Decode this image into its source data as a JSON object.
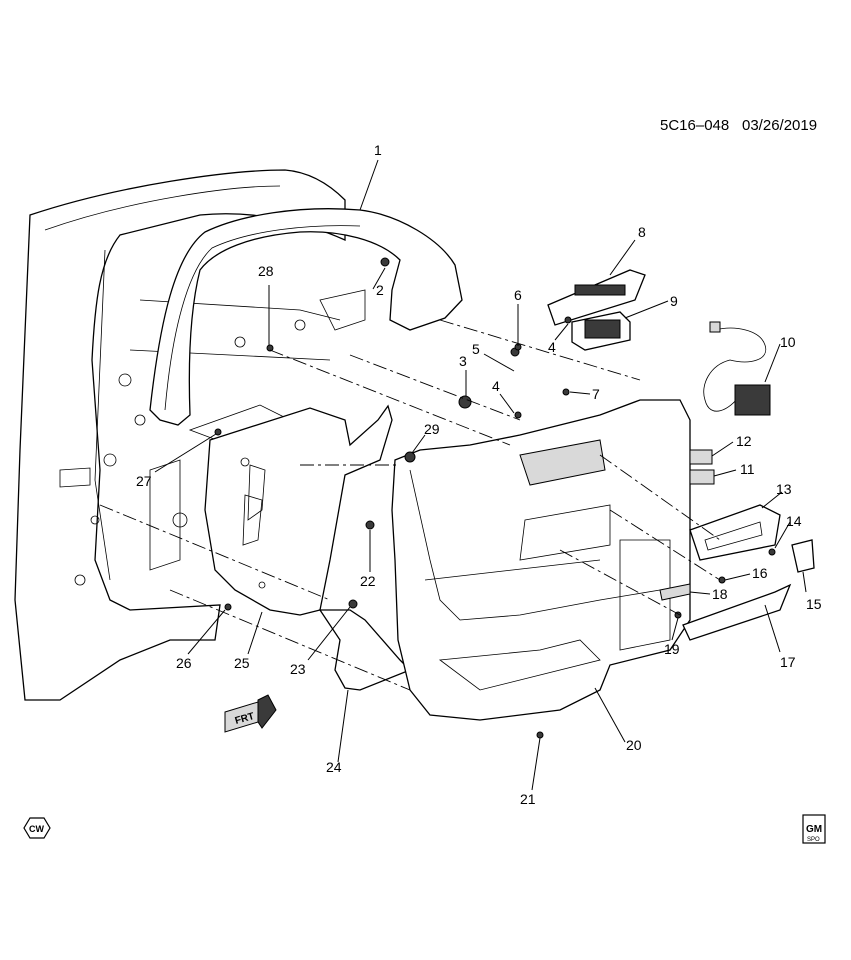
{
  "header": {
    "code": "5C16–048",
    "date": "03/26/2019"
  },
  "callouts": [
    "1",
    "2",
    "3",
    "4",
    "4",
    "5",
    "6",
    "7",
    "8",
    "9",
    "10",
    "11",
    "12",
    "13",
    "14",
    "15",
    "16",
    "17",
    "18",
    "19",
    "20",
    "21",
    "22",
    "23",
    "24",
    "25",
    "26",
    "27",
    "28",
    "29"
  ],
  "front_arrow": {
    "label": "FRT",
    "icon": "front-direction-arrow-icon"
  },
  "badges": {
    "cw_label": "CW",
    "gm_label": "GM",
    "gm_sub": "SPO"
  },
  "colors": {
    "line": "#000000",
    "background": "#ffffff"
  }
}
